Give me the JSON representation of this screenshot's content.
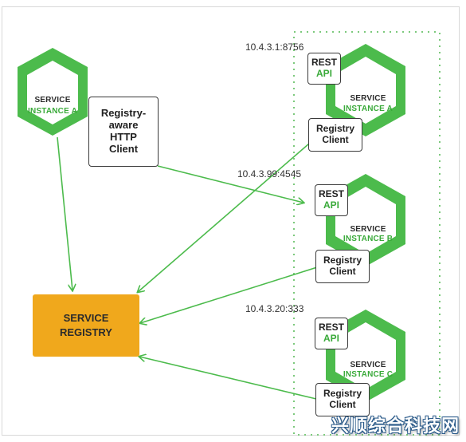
{
  "colors": {
    "accent_green": "#3aaa3a",
    "hex_fill": "#4cbb4c",
    "registry_fill": "#f0a81c",
    "dotted_border": "#7cc97c"
  },
  "client_service": {
    "label_line1": "SERVICE",
    "label_line2": "INSTANCE A",
    "client_box": [
      "Registry-",
      "aware",
      "HTTP",
      "Client"
    ]
  },
  "registry": {
    "line1": "SERVICE",
    "line2": "REGISTRY"
  },
  "instances": [
    {
      "address": "10.4.3.1:8756",
      "label_line1": "SERVICE",
      "label_line2": "INSTANCE A",
      "rest_line1": "REST",
      "rest_line2": "API",
      "client_line1": "Registry",
      "client_line2": "Client"
    },
    {
      "address": "10.4.3.99:4545",
      "label_line1": "SERVICE",
      "label_line2": "INSTANCE B",
      "rest_line1": "REST",
      "rest_line2": "API",
      "client_line1": "Registry",
      "client_line2": "Client"
    },
    {
      "address": "10.4.3.20:333",
      "label_line1": "SERVICE",
      "label_line2": "INSTANCE C",
      "rest_line1": "REST",
      "rest_line2": "API",
      "client_line1": "Registry",
      "client_line2": "Client"
    }
  ],
  "watermark": "兴顺综合科技网"
}
